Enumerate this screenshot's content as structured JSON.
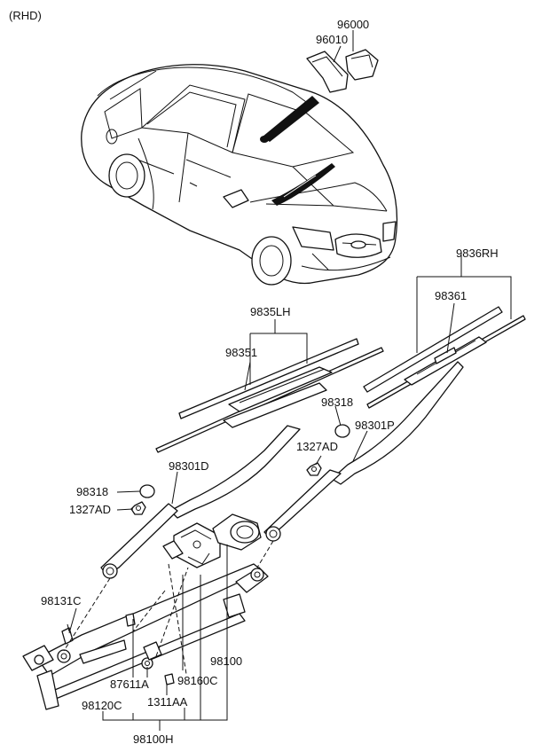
{
  "variant_label": "(RHD)",
  "parts": {
    "p96000": "96000",
    "p96010": "96010",
    "p9836RH": "9836RH",
    "p98361": "98361",
    "p9835LH": "9835LH",
    "p98351": "98351",
    "p98318_right": "98318",
    "p98301P": "98301P",
    "p1327AD_right": "1327AD",
    "p98301D": "98301D",
    "p98318_left": "98318",
    "p1327AD_left": "1327AD",
    "p98131C": "98131C",
    "p98100": "98100",
    "p87611A": "87611A",
    "p98160C": "98160C",
    "p98120C": "98120C",
    "p1311AA": "1311AA",
    "p98100H": "98100H"
  }
}
